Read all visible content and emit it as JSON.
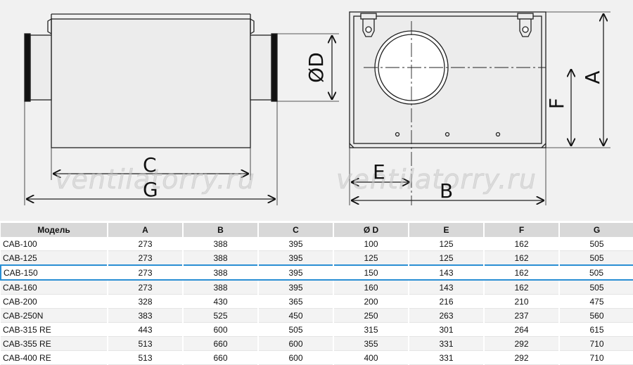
{
  "drawing": {
    "watermark": "ventilatorry.ru",
    "dims": {
      "c": "C",
      "g": "G",
      "d": "ØD",
      "e": "E",
      "b": "B",
      "f": "F",
      "a": "A"
    }
  },
  "table": {
    "headers": [
      "Модель",
      "A",
      "B",
      "C",
      "Ø D",
      "E",
      "F",
      "G"
    ],
    "highlight_color": "#2a8fd4",
    "rows": [
      [
        "CAB-100",
        "273",
        "388",
        "395",
        "100",
        "125",
        "162",
        "505"
      ],
      [
        "CAB-125",
        "273",
        "388",
        "395",
        "125",
        "125",
        "162",
        "505"
      ],
      [
        "CAB-150",
        "273",
        "388",
        "395",
        "150",
        "143",
        "162",
        "505"
      ],
      [
        "CAB-160",
        "273",
        "388",
        "395",
        "160",
        "143",
        "162",
        "505"
      ],
      [
        "CAB-200",
        "328",
        "430",
        "365",
        "200",
        "216",
        "210",
        "475"
      ],
      [
        "CAB-250N",
        "383",
        "525",
        "450",
        "250",
        "263",
        "237",
        "560"
      ],
      [
        "CAB-315 RE",
        "443",
        "600",
        "505",
        "315",
        "301",
        "264",
        "615"
      ],
      [
        "CAB-355 RE",
        "513",
        "660",
        "600",
        "355",
        "331",
        "292",
        "710"
      ],
      [
        "CAB-400 RE",
        "513",
        "660",
        "600",
        "400",
        "331",
        "292",
        "710"
      ]
    ]
  }
}
